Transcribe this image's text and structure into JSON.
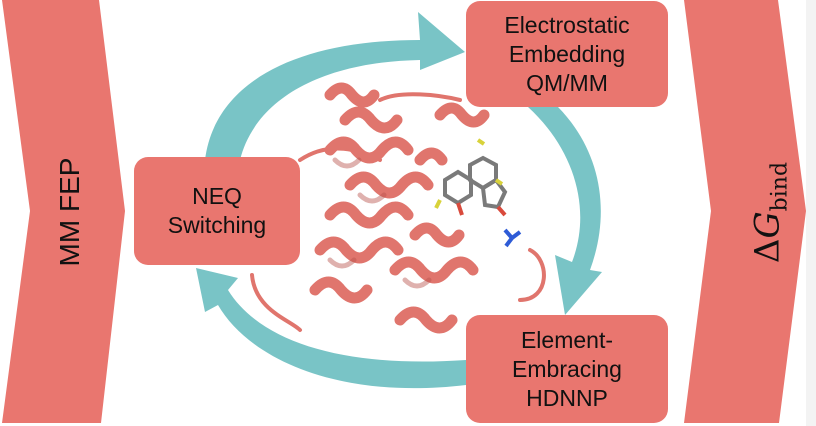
{
  "colors": {
    "salmon": "#e9766f",
    "teal": "#79c4c6",
    "protein": "#e0756d",
    "background": "#ffffff"
  },
  "input_label": "MM FEP",
  "output_label": {
    "delta": "Δ",
    "symbol": "G",
    "subscript": "bind"
  },
  "cycle": {
    "steps": [
      {
        "lines": [
          "Electrostatic",
          "Embedding",
          "QM/MM"
        ]
      },
      {
        "lines": [
          "Element-",
          "Embracing",
          "HDNNP"
        ]
      },
      {
        "lines": [
          "NEQ",
          "Switching"
        ]
      }
    ],
    "arrows": [
      "clockwise",
      "clockwise",
      "clockwise"
    ]
  },
  "center_image": "protein-ligand-complex-ribbon"
}
